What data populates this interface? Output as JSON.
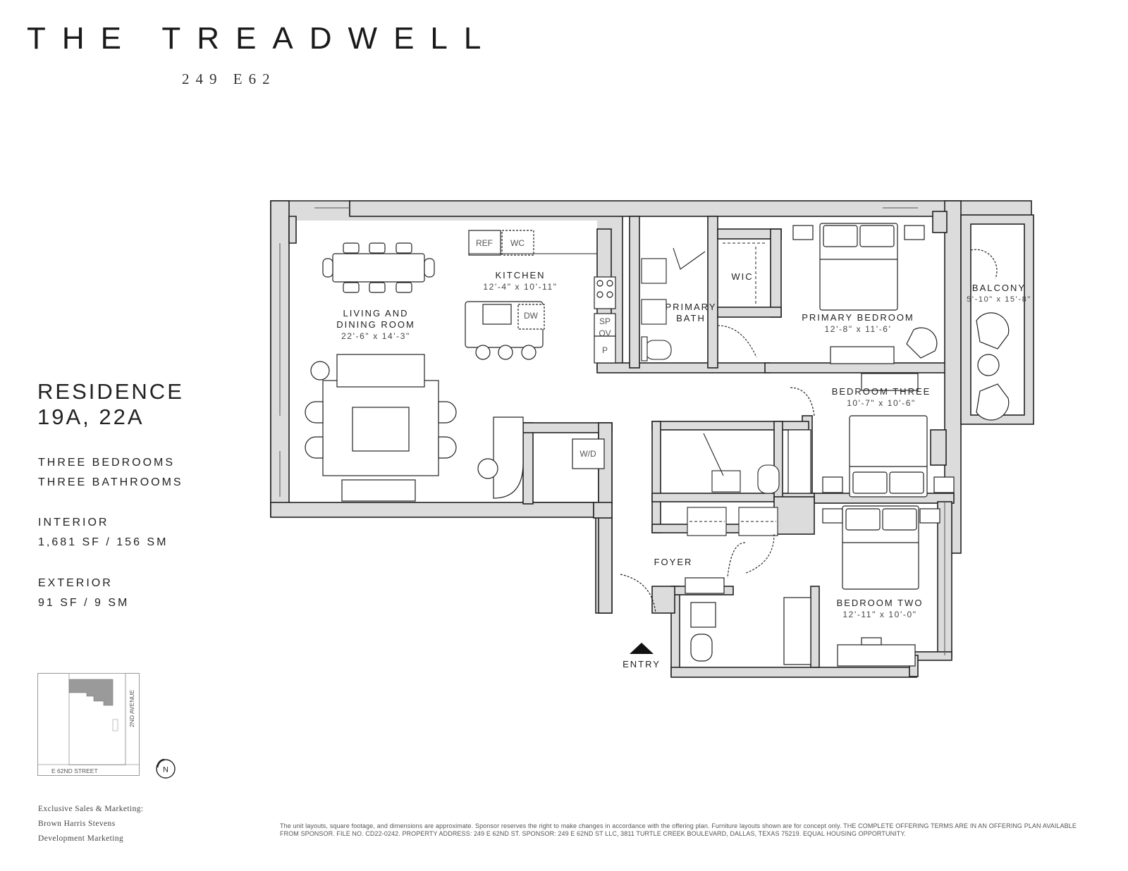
{
  "brand": {
    "name": "THE TREADWELL",
    "address": "249 E62"
  },
  "residence": {
    "title": "RESIDENCE",
    "units": "19A, 22A"
  },
  "specs": {
    "bedrooms": "THREE BEDROOMS",
    "bathrooms": "THREE BATHROOMS",
    "interior_label": "INTERIOR",
    "interior_value": "1,681 SF / 156 SM",
    "exterior_label": "EXTERIOR",
    "exterior_value": "91 SF / 9 SM"
  },
  "rooms": {
    "living": {
      "line1": "LIVING AND",
      "line2": "DINING ROOM",
      "dim": "22'-6\" x 14'-3\""
    },
    "kitchen": {
      "name": "KITCHEN",
      "dim": "12'-4\" x 10'-11\""
    },
    "primary_bath": {
      "line1": "PRIMARY",
      "line2": "BATH"
    },
    "wic": {
      "name": "WIC"
    },
    "primary_bedroom": {
      "name": "PRIMARY BEDROOM",
      "dim": "12'-8\" x 11'-6'"
    },
    "balcony": {
      "name": "BALCONY",
      "dim": "5'-10\" x 15'-8\""
    },
    "bedroom_three": {
      "name": "BEDROOM THREE",
      "dim": "10'-7\" x 10'-6\""
    },
    "bedroom_two": {
      "name": "BEDROOM TWO",
      "dim": "12'-11\" x 10'-0\""
    },
    "foyer": {
      "name": "FOYER"
    },
    "entry": {
      "name": "ENTRY"
    }
  },
  "fixtures": {
    "ref": "REF",
    "wc": "WC",
    "dw": "DW",
    "sp": "SP",
    "ov": "OV",
    "p": "P",
    "wd": "W/D"
  },
  "keymap": {
    "street": "E 62ND STREET",
    "avenue": "2ND AVENUE"
  },
  "compass": {
    "label": "N"
  },
  "credits": {
    "line1": "Exclusive Sales & Marketing:",
    "line2": "Brown Harris Stevens",
    "line3": "Development Marketing"
  },
  "legal": "The unit layouts, square footage, and dimensions are approximate. Sponsor reserves the right to make changes in accordance with the offering plan. Furniture layouts shown are for concept only. THE COMPLETE OFFERING TERMS ARE IN AN OFFERING PLAN AVAILABLE FROM SPONSOR. FILE NO. CD22-0242. PROPERTY ADDRESS: 249 E 62ND ST. SPONSOR: 249 E 62ND ST LLC, 3811 TURTLE CREEK BOULEVARD, DALLAS, TEXAS 75219. EQUAL HOUSING OPPORTUNITY.",
  "colors": {
    "wall": "#d9d9d9",
    "line": "#222222",
    "text": "#222222"
  }
}
